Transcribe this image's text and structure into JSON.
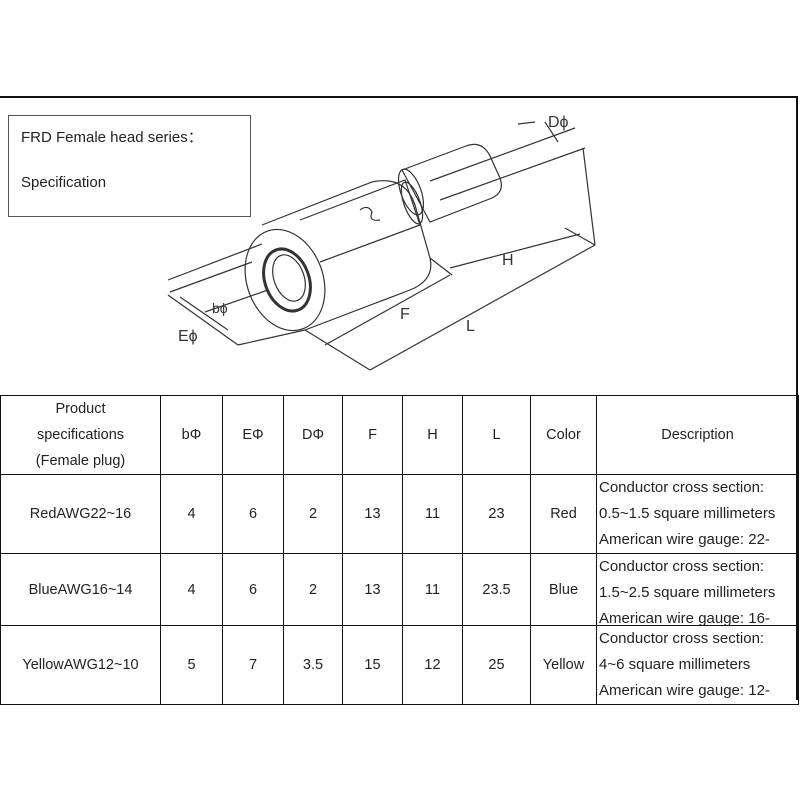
{
  "caption": {
    "line1": "FRD  Female head series：",
    "line2": "Specification"
  },
  "drawing": {
    "labels": {
      "d": "Dϕ",
      "b": "bϕ",
      "e": "Eϕ",
      "f": "F",
      "h": "H",
      "l": "L"
    }
  },
  "table": {
    "headers": {
      "product": [
        "Product",
        "specifications",
        "(Female plug)"
      ],
      "b": "bΦ",
      "e": "EΦ",
      "d": "DΦ",
      "f": "F",
      "h": "H",
      "l": "L",
      "color": "Color",
      "description": "Description"
    },
    "rows": [
      {
        "product": "RedAWG22~16",
        "b": "4",
        "e": "6",
        "d": "2",
        "f": "13",
        "h": "11",
        "l": "23",
        "color": "Red",
        "desc": [
          "Conductor cross section:",
          "0.5~1.5 square millimeters",
          "American wire gauge: 22-"
        ]
      },
      {
        "product": "BlueAWG16~14",
        "b": "4",
        "e": "6",
        "d": "2",
        "f": "13",
        "h": "11",
        "l": "23.5",
        "color": "Blue",
        "desc": [
          "Conductor cross section:",
          "1.5~2.5 square millimeters",
          "American wire gauge: 16-"
        ]
      },
      {
        "product": "YellowAWG12~10",
        "b": "5",
        "e": "7",
        "d": "3.5",
        "f": "15",
        "h": "12",
        "l": "25",
        "color": "Yellow",
        "desc": [
          "Conductor cross section:",
          "4~6 square millimeters",
          "American wire gauge: 12-"
        ]
      }
    ]
  }
}
